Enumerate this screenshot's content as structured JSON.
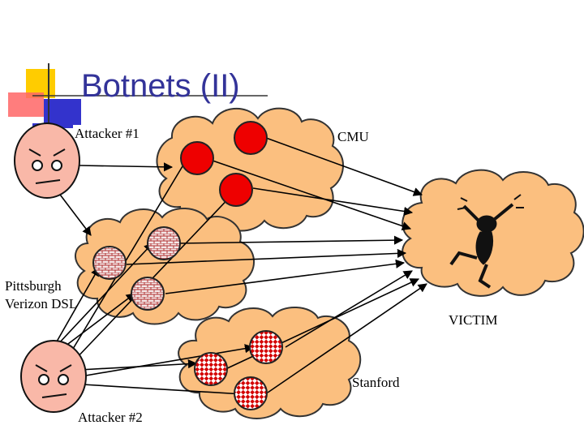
{
  "slide": {
    "title": "Botnets (II)"
  },
  "colors": {
    "title": "#333399",
    "cloud_fill": "#fbbf7f",
    "cloud_stroke": "#333333",
    "bot_red": "#ee0000",
    "face_fill": "#f9b8a8",
    "deco_yellow": "#ffcc00",
    "deco_blue": "#3333cc",
    "deco_red": "#ff3333"
  },
  "labels": {
    "attacker1": "Attacker #1",
    "attacker2": "Attacker #2",
    "cmu": "CMU",
    "pittsburgh_line1": "Pittsburgh",
    "pittsburgh_line2": "Verizon DSL",
    "stanford": "Stanford",
    "victim": "VICTIM"
  },
  "icons": {
    "attacker": "angry-face-icon",
    "victim": "screaming-person-icon"
  }
}
